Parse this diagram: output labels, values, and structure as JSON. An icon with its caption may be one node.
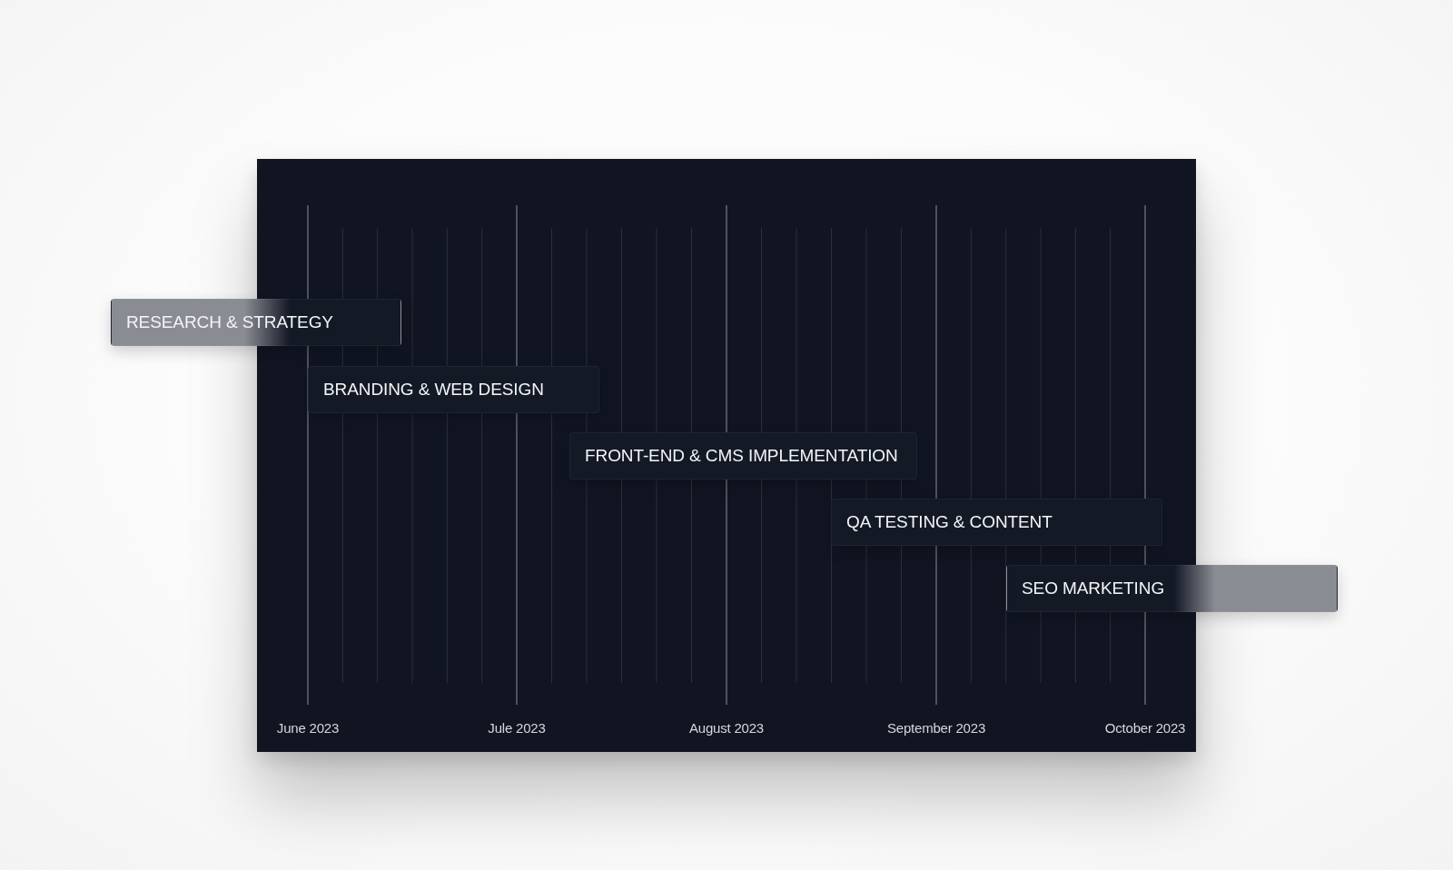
{
  "diagram": {
    "nodes": [
      {
        "text": [
          "RESEARCH & STRATEGY"
        ]
      },
      {
        "text": [
          "BRANDING & WEB DESIGN"
        ]
      },
      {
        "text": [
          "FRONT-END & CMS IMPLEMENTATION"
        ]
      },
      {
        "text": [
          "QA TESTING & CONTENT"
        ]
      },
      {
        "text": [
          "SEO MARKETING"
        ]
      }
    ],
    "labels": [
      "June 2023",
      "Jule 2023",
      "August 2023",
      "September 2023",
      "October 2023"
    ]
  }
}
